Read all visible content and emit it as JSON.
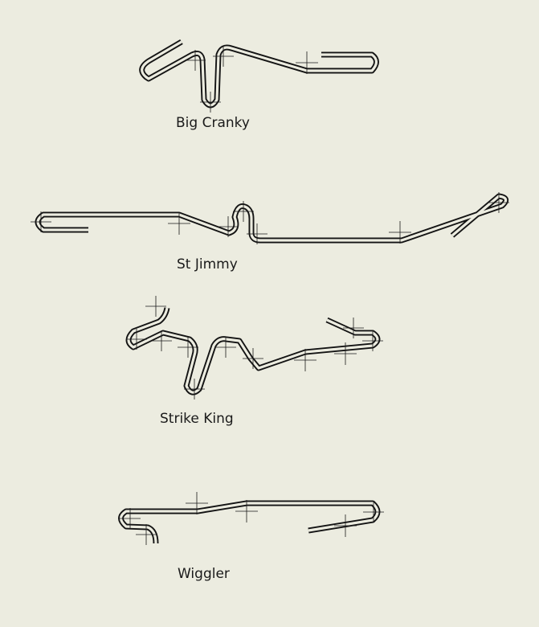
{
  "shapes": [
    {
      "id": "big-cranky",
      "label": "Big Cranky"
    },
    {
      "id": "st-jimmy",
      "label": "St Jimmy"
    },
    {
      "id": "strike-king",
      "label": "Strike King"
    },
    {
      "id": "wiggler",
      "label": "Wiggler"
    }
  ]
}
